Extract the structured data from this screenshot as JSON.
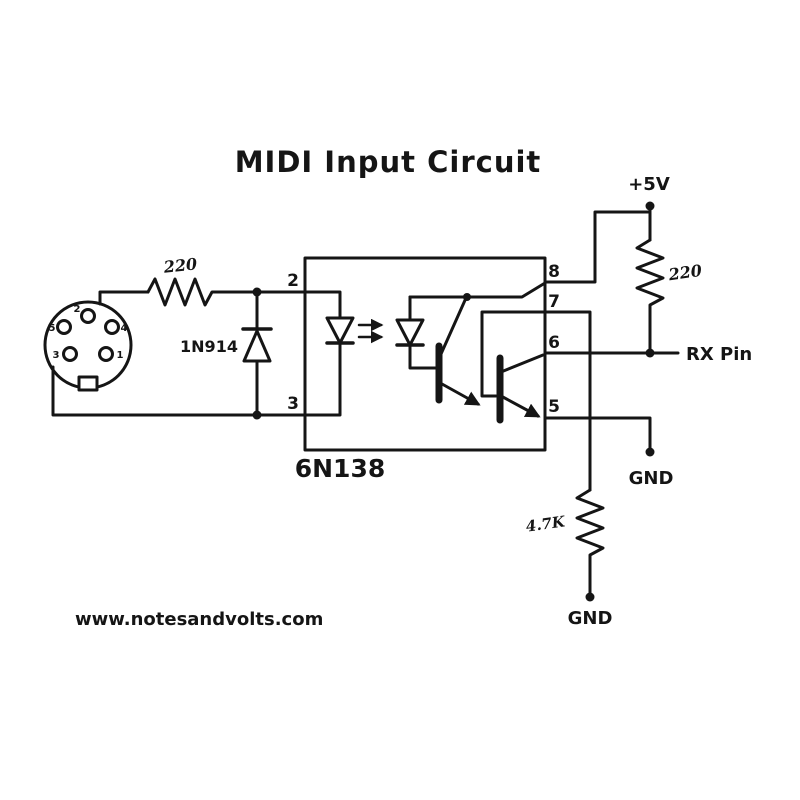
{
  "title": "MIDI Input Circuit",
  "power": {
    "label": "+5V",
    "pullup_value": "220"
  },
  "midi_input": {
    "series_resistor_value": "220",
    "protection_diode": "1N914"
  },
  "ic": {
    "name": "6N138",
    "pins_left": [
      "2",
      "3"
    ],
    "pins_right": [
      "8",
      "7",
      "6",
      "5"
    ]
  },
  "output": {
    "rx_label": "RX Pin",
    "mid_gnd": "GND",
    "bottom_gnd": "GND",
    "speedup_resistor_value": "4.7K"
  },
  "din": {
    "pin_top": "2",
    "pin_upper_left": "5",
    "pin_upper_right": "4",
    "pin_lower_left": "3",
    "pin_lower_right": "1"
  },
  "footer": {
    "website": "www.notesandvolts.com"
  }
}
